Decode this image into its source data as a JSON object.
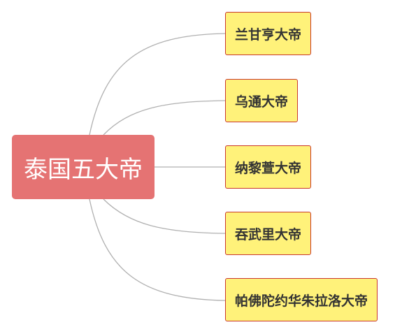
{
  "colors": {
    "root_fill": "#e57373",
    "root_text": "#ffffff",
    "leaf_fill": "#fff27a",
    "leaf_border": "#c9372c",
    "leaf_text": "#333333",
    "connector": "#b0b0b0"
  },
  "root": {
    "label": "泰国五大帝"
  },
  "branches": [
    {
      "label": "兰甘亨大帝"
    },
    {
      "label": "乌通大帝"
    },
    {
      "label": "纳黎萱大帝"
    },
    {
      "label": "吞武里大帝"
    },
    {
      "label": "帕佛陀约华朱拉洛大帝"
    }
  ]
}
